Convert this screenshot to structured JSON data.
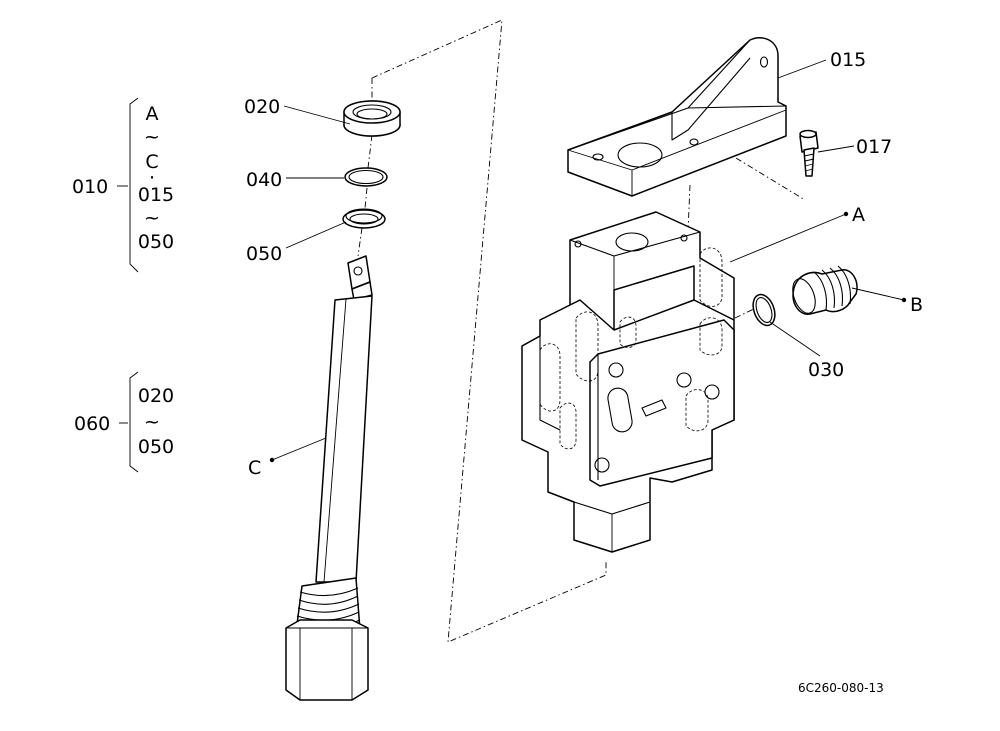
{
  "labels": {
    "p015": "015",
    "p017": "017",
    "p020": "020",
    "p040": "040",
    "p050": "050",
    "p030": "030",
    "pA": "A",
    "pB": "B",
    "pC": "C"
  },
  "group_010": {
    "number": "010",
    "lines": [
      "A",
      "~",
      "C",
      "·",
      "015",
      "~",
      "050"
    ]
  },
  "group_060": {
    "number": "060",
    "lines": [
      "020",
      "~",
      "050"
    ]
  },
  "drawing_code": "6C260-080-13"
}
